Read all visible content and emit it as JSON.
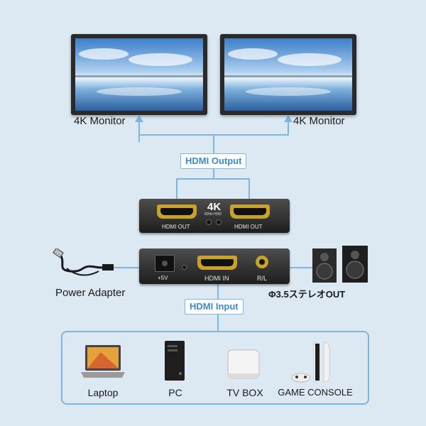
{
  "monitors": [
    {
      "label": "4K Monitor"
    },
    {
      "label": "4K Monitor"
    }
  ],
  "tags": {
    "output": "HDMI Output",
    "input": "HDMI Input"
  },
  "splitter_top": {
    "badge": "4K",
    "badge_sub": "60Hz HDR",
    "port_left": "HDMI OUT",
    "port_right": "HDMI OUT"
  },
  "splitter_bottom": {
    "power_port": "+5V",
    "hdmi_port": "HDMI  IN",
    "audio_port": "R/L"
  },
  "peripherals": {
    "power": "Power Adapter",
    "audio": "Φ3.5ステレオOUT"
  },
  "sources": [
    {
      "label": "Laptop"
    },
    {
      "label": "PC"
    },
    {
      "label": "TV BOX"
    },
    {
      "label": "GAME CONSOLE"
    }
  ],
  "colors": {
    "background": "#dce8f2",
    "connector_line": "#7fb6dd",
    "tag_text": "#3e8ac8",
    "port_gold": "#c9a22b"
  }
}
